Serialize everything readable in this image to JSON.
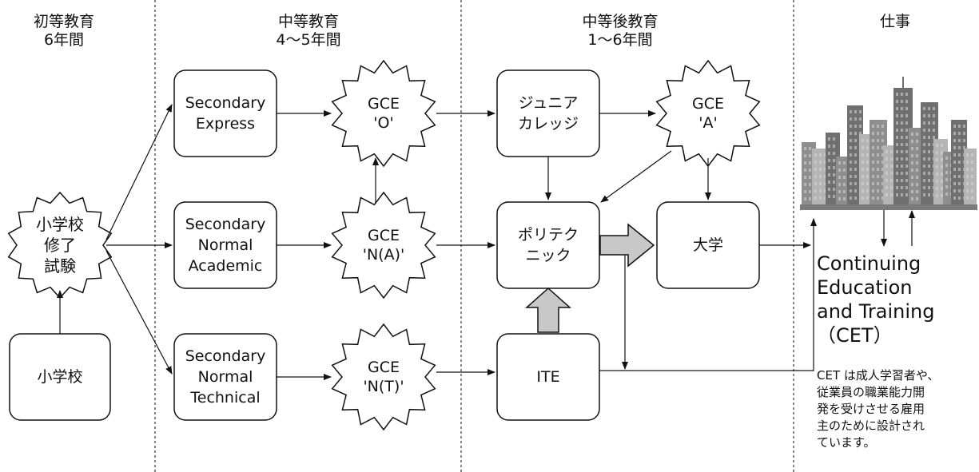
{
  "headers": {
    "primary": {
      "line1": "初等教育",
      "line2": "6年間"
    },
    "secondary": {
      "line1": "中等教育",
      "line2": "4〜5年間"
    },
    "post_secondary": {
      "line1": "中等後教育",
      "line2": "1〜6年間"
    },
    "work": {
      "line1": "仕事"
    }
  },
  "nodes": {
    "primary_school": {
      "line1": "小学校"
    },
    "psle": {
      "line1": "小学校",
      "line2": "修了",
      "line3": "試験"
    },
    "sec_express": {
      "line1": "Secondary",
      "line2": "Express"
    },
    "sec_normal_academic": {
      "line1": "Secondary",
      "line2": "Normal",
      "line3": "Academic"
    },
    "sec_normal_technical": {
      "line1": "Secondary",
      "line2": "Normal",
      "line3": "Technical"
    },
    "gce_o": {
      "line1": "GCE",
      "line2": "'O'"
    },
    "gce_na": {
      "line1": "GCE",
      "line2": "'N(A)'"
    },
    "gce_nt": {
      "line1": "GCE",
      "line2": "'N(T)'"
    },
    "junior_college": {
      "line1": "ジュニア",
      "line2": "カレッジ"
    },
    "gce_a": {
      "line1": "GCE",
      "line2": "'A'"
    },
    "polytechnic": {
      "line1": "ポリテク",
      "line2": "ニック"
    },
    "university": {
      "line1": "大学"
    },
    "ite": {
      "line1": "ITE"
    }
  },
  "cet": {
    "title_line1": "Continuing",
    "title_line2": "Education",
    "title_line3": "and Training",
    "title_line4": "（CET）",
    "note_line1": "CET は成人学習者や、",
    "note_line2": "従業員の職業能力開",
    "note_line3": "発を受けさせる雇用",
    "note_line4": "主のために設計され",
    "note_line5": "ています。"
  },
  "colors": {
    "line": "#111111",
    "thick_arrow_fill": "#c8c8c8",
    "city_dark": "#6f6f6f",
    "city_mid": "#8e8e8e",
    "city_light": "#b4b4b4",
    "city_ground": "#7a7a7a"
  },
  "icons": {
    "work": "city-skyline-icon"
  }
}
